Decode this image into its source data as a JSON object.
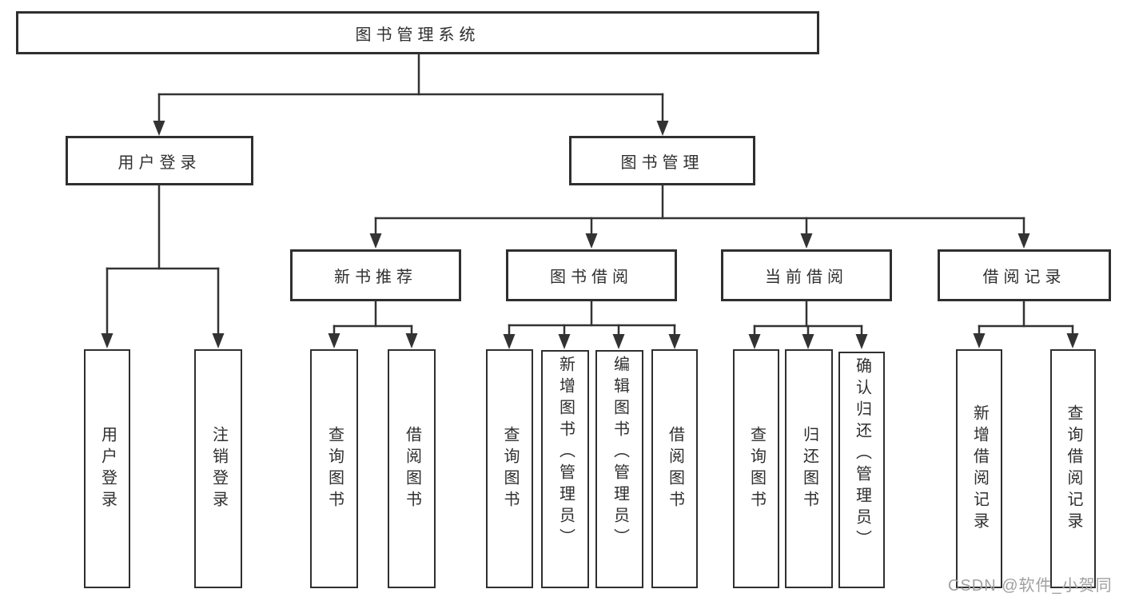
{
  "diagram": {
    "title": "图书管理系统",
    "watermark": "CSDN @软件_小贺同学",
    "colors": {
      "background": "#ffffff",
      "line": "#333333",
      "border": "#2f2f2f",
      "text": "#2f2f2f",
      "watermark": "#a0a0a0"
    },
    "nodes": {
      "root": {
        "label": "图书管理系统"
      },
      "login": {
        "label": "用户登录"
      },
      "mgmt": {
        "label": "图书管理"
      },
      "newbook": {
        "label": "新书推荐"
      },
      "borrow": {
        "label": "图书借阅"
      },
      "current": {
        "label": "当前借阅"
      },
      "records": {
        "label": "借阅记录"
      },
      "login_user": {
        "label": "用户登录"
      },
      "login_logout": {
        "label": "注销登录"
      },
      "newbook_query": {
        "label": "查询图书"
      },
      "newbook_borrow": {
        "label": "借阅图书"
      },
      "borrow_query": {
        "label": "查询图书"
      },
      "borrow_add": {
        "label": "新增图书（管理员）"
      },
      "borrow_edit": {
        "label": "编辑图书（管理员）"
      },
      "borrow_lend": {
        "label": "借阅图书"
      },
      "current_query": {
        "label": "查询图书"
      },
      "current_return": {
        "label": "归还图书"
      },
      "current_confirm": {
        "label": "确认归还（管理员）"
      },
      "records_add": {
        "label": "新增借阅记录"
      },
      "records_query": {
        "label": "查询借阅记录"
      }
    },
    "hierarchy": {
      "root": "图书管理系统",
      "children": [
        {
          "label": "用户登录",
          "children": [
            "用户登录",
            "注销登录"
          ]
        },
        {
          "label": "图书管理",
          "children": [
            {
              "label": "新书推荐",
              "children": [
                "查询图书",
                "借阅图书"
              ]
            },
            {
              "label": "图书借阅",
              "children": [
                "查询图书",
                "新增图书（管理员）",
                "编辑图书（管理员）",
                "借阅图书"
              ]
            },
            {
              "label": "当前借阅",
              "children": [
                "查询图书",
                "归还图书",
                "确认归还（管理员）"
              ]
            },
            {
              "label": "借阅记录",
              "children": [
                "新增借阅记录",
                "查询借阅记录"
              ]
            }
          ]
        }
      ]
    }
  }
}
